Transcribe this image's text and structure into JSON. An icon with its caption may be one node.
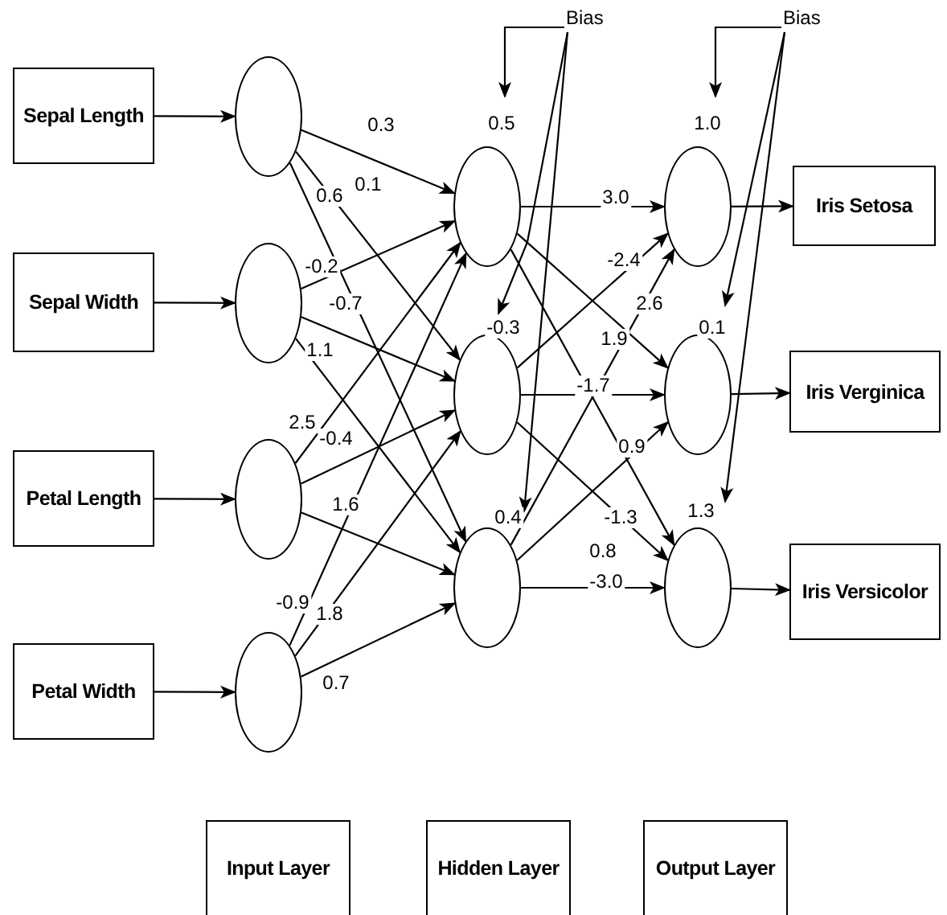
{
  "diagram": {
    "nodes": [
      {
        "text": [
          "Sepal Length"
        ]
      },
      {
        "text": [
          "Sepal Width"
        ]
      },
      {
        "text": [
          "Petal Length"
        ]
      },
      {
        "text": [
          "Petal Width"
        ]
      },
      {
        "text": [],
        "shape": "circle"
      },
      {
        "text": [],
        "shape": "circle"
      },
      {
        "text": [],
        "shape": "circle"
      },
      {
        "text": [],
        "shape": "circle"
      },
      {
        "text": [
          "Bias"
        ]
      },
      {
        "text": [],
        "shape": "circle"
      },
      {
        "text": [],
        "shape": "circle"
      },
      {
        "text": [],
        "shape": "circle"
      },
      {
        "text": [
          "Bias"
        ]
      },
      {
        "text": [],
        "shape": "circle"
      },
      {
        "text": [],
        "shape": "circle"
      },
      {
        "text": [],
        "shape": "circle"
      },
      {
        "text": [
          "Iris Setosa"
        ]
      },
      {
        "text": [
          "Iris Verginica"
        ]
      },
      {
        "text": [
          "Iris Versicolor"
        ]
      },
      {
        "text": [
          "Input Layer"
        ]
      },
      {
        "text": [
          "Hidden Layer"
        ]
      },
      {
        "text": [
          "Output Layer"
        ]
      }
    ],
    "edges": [
      {
        "from": 0,
        "to": 4,
        "arrow": "to"
      },
      {
        "from": 1,
        "to": 5,
        "arrow": "to"
      },
      {
        "from": 2,
        "to": 6,
        "arrow": "to"
      },
      {
        "from": 3,
        "to": 7,
        "arrow": "to"
      },
      {
        "from": 4,
        "to": 9,
        "arrow": "to",
        "label": "0.3"
      },
      {
        "from": 4,
        "to": 10,
        "arrow": "to",
        "label": "0.1"
      },
      {
        "from": 4,
        "to": 11,
        "arrow": "to",
        "label": "0.6"
      },
      {
        "from": 5,
        "to": 9,
        "arrow": "to",
        "label": "-0.2"
      },
      {
        "from": 5,
        "to": 10,
        "arrow": "to",
        "label": "-0.7"
      },
      {
        "from": 5,
        "to": 11,
        "arrow": "to",
        "label": "1.1"
      },
      {
        "from": 6,
        "to": 9,
        "arrow": "to",
        "label": "2.5"
      },
      {
        "from": 6,
        "to": 10,
        "arrow": "to",
        "label": "-0.4"
      },
      {
        "from": 6,
        "to": 11,
        "arrow": "to",
        "label": "1.6"
      },
      {
        "from": 7,
        "to": 9,
        "arrow": "to",
        "label": "-0.9"
      },
      {
        "from": 7,
        "to": 10,
        "arrow": "to",
        "label": "1.8"
      },
      {
        "from": 7,
        "to": 11,
        "arrow": "to",
        "label": "0.7"
      },
      {
        "from": 8,
        "to": 9,
        "arrow": "to",
        "label": "0.5"
      },
      {
        "from": 8,
        "to": 10,
        "arrow": "to",
        "label": "-0.3"
      },
      {
        "from": 8,
        "to": 11,
        "arrow": "to",
        "label": "0.4"
      },
      {
        "from": 9,
        "to": 13,
        "arrow": "to",
        "label": "3.0"
      },
      {
        "from": 10,
        "to": 13,
        "arrow": "to",
        "label": "-2.4"
      },
      {
        "from": 11,
        "to": 13,
        "arrow": "to",
        "label": "2.6"
      },
      {
        "from": 9,
        "to": 14,
        "arrow": "to",
        "label": "1.9"
      },
      {
        "from": 10,
        "to": 14,
        "arrow": "to",
        "label": "-1.7"
      },
      {
        "from": 11,
        "to": 14,
        "arrow": "to",
        "label": "0.9"
      },
      {
        "from": 9,
        "to": 15,
        "arrow": "to",
        "label": "-1.3"
      },
      {
        "from": 10,
        "to": 15,
        "arrow": "to",
        "label": "0.8"
      },
      {
        "from": 11,
        "to": 15,
        "arrow": "to",
        "label": "-3.0"
      },
      {
        "from": 12,
        "to": 13,
        "arrow": "to",
        "label": "1.0"
      },
      {
        "from": 12,
        "to": 14,
        "arrow": "to",
        "label": "0.1"
      },
      {
        "from": 12,
        "to": 15,
        "arrow": "to",
        "label": "1.3"
      },
      {
        "from": 13,
        "to": 16,
        "arrow": "to"
      },
      {
        "from": 14,
        "to": 17,
        "arrow": "to"
      },
      {
        "from": 15,
        "to": 18,
        "arrow": "to"
      }
    ]
  }
}
